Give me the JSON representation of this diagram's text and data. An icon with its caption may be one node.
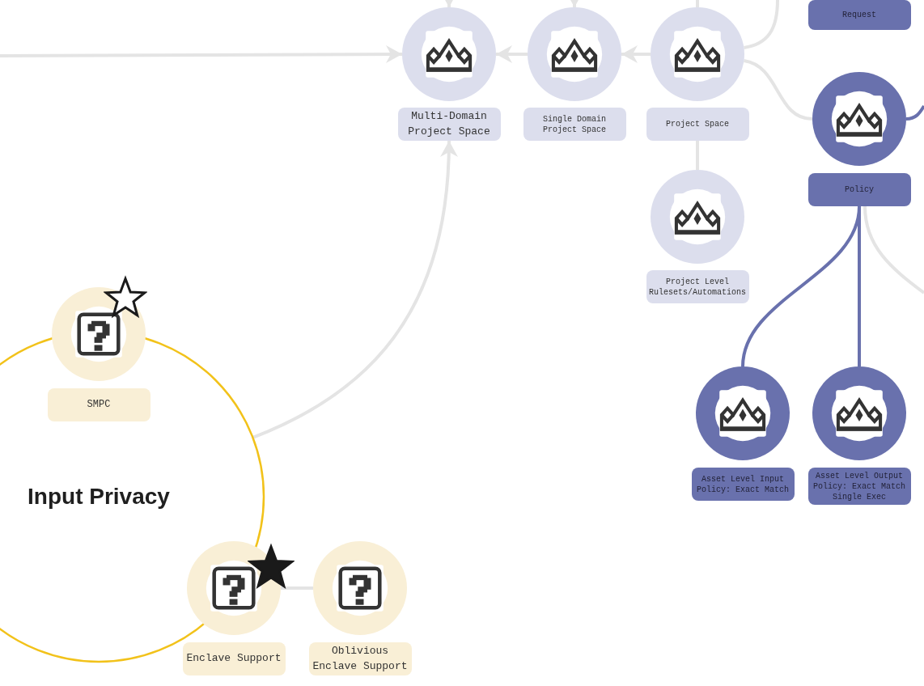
{
  "diagram": {
    "nodes": [
      {
        "text": [],
        "shape": "circle"
      },
      {
        "text": [
          "Multi-Domain Project Space"
        ]
      },
      {
        "text": [],
        "shape": "circle"
      },
      {
        "text": [
          "Single Domain Project Space"
        ]
      },
      {
        "text": [],
        "shape": "circle"
      },
      {
        "text": [
          "Project Space"
        ]
      },
      {
        "text": [
          "Request"
        ]
      },
      {
        "text": [],
        "shape": "circle"
      },
      {
        "text": [
          "Policy"
        ]
      },
      {
        "text": [],
        "shape": "circle"
      },
      {
        "text": [
          "Project Level Rulesets/Automations"
        ]
      },
      {
        "text": [
          "Input Privacy"
        ]
      },
      {
        "text": [],
        "shape": "circle"
      },
      {
        "text": [
          "SMPC"
        ],
        "in": 11
      },
      {
        "text": [],
        "shape": "circle"
      },
      {
        "text": [
          "Asset Level Input Policy: Exact Match"
        ]
      },
      {
        "text": [],
        "shape": "circle"
      },
      {
        "text": [
          "Asset Level Output Policy: Exact Match Single Exec"
        ]
      },
      {
        "text": [],
        "shape": "circle"
      },
      {
        "text": [
          "Enclave Support"
        ]
      },
      {
        "text": [],
        "shape": "circle"
      },
      {
        "text": [
          "Oblivious Enclave Support"
        ]
      }
    ],
    "edges": [
      {
        "from": null,
        "to": 0,
        "arrow": "to"
      },
      {
        "from": null,
        "to": 0,
        "arrow": "to"
      },
      {
        "from": null,
        "to": 2,
        "arrow": "to"
      },
      {
        "from": null,
        "to": 4,
        "arrow": "none"
      },
      {
        "from": 2,
        "to": 0,
        "arrow": "to"
      },
      {
        "from": 4,
        "to": 2,
        "arrow": "to"
      },
      {
        "from": 4,
        "to": null,
        "arrow": "none"
      },
      {
        "from": 4,
        "to": 7,
        "arrow": "none"
      },
      {
        "from": 5,
        "to": 9,
        "arrow": "none"
      },
      {
        "from": 7,
        "to": null,
        "arrow": "none",
        "color": "#6971ad"
      },
      {
        "from": 8,
        "to": 14,
        "arrow": "none",
        "color": "#6971ad"
      },
      {
        "from": 8,
        "to": 16,
        "arrow": "none",
        "color": "#6971ad"
      },
      {
        "from": 8,
        "to": null,
        "arrow": "none"
      },
      {
        "from": 11,
        "to": 1,
        "arrow": "to"
      },
      {
        "from": 18,
        "to": 20,
        "arrow": "none"
      }
    ]
  }
}
